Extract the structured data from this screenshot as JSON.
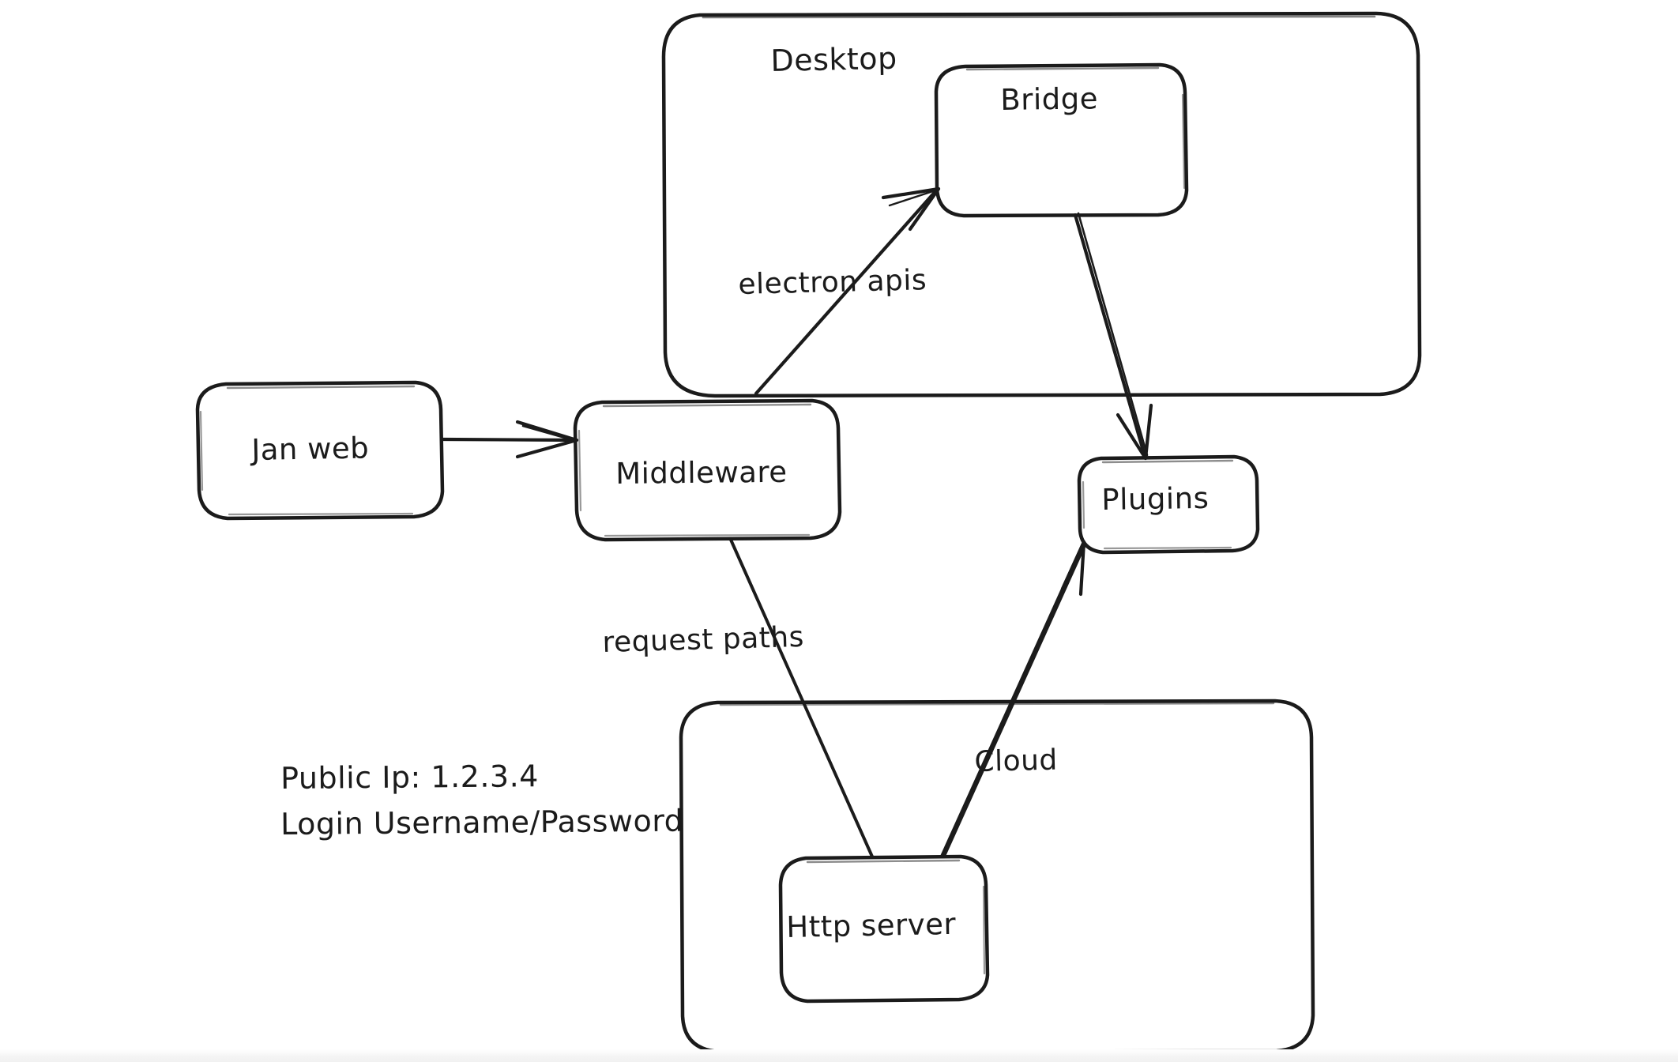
{
  "diagram": {
    "title": "Jan desktop / cloud architecture sketch",
    "style": "hand-drawn excalidraw sketch",
    "background_color": "#ffffff",
    "stroke_color": "#1b1b1b",
    "groups": [
      {
        "id": "desktop",
        "label": "Desktop"
      },
      {
        "id": "cloud",
        "label": "Cloud"
      }
    ],
    "nodes": [
      {
        "id": "jan-web",
        "label": "Jan web"
      },
      {
        "id": "middleware",
        "label": "Middleware"
      },
      {
        "id": "bridge",
        "label": "Bridge"
      },
      {
        "id": "plugins",
        "label": "Plugins"
      },
      {
        "id": "http-server",
        "label": "Http server"
      }
    ],
    "edges": [
      {
        "id": "janweb-to-middleware",
        "from": "Jan web",
        "to": "Middleware",
        "label": ""
      },
      {
        "id": "middleware-to-bridge",
        "from": "Middleware",
        "to": "Bridge",
        "label": "electron apis"
      },
      {
        "id": "bridge-to-plugins",
        "from": "Bridge",
        "to": "Plugins",
        "label": ""
      },
      {
        "id": "middleware-to-httpserver",
        "from": "Middleware",
        "to": "Http server",
        "label": "request paths"
      },
      {
        "id": "httpserver-to-plugins",
        "from": "Http server",
        "to": "Plugins",
        "label": ""
      }
    ],
    "edge_labels": {
      "electron_apis": "electron apis",
      "request_paths": "request paths",
      "cloud": "Cloud"
    },
    "notes": {
      "line1": "Public Ip: 1.2.3.4",
      "line2": "Login Username/Password"
    }
  }
}
